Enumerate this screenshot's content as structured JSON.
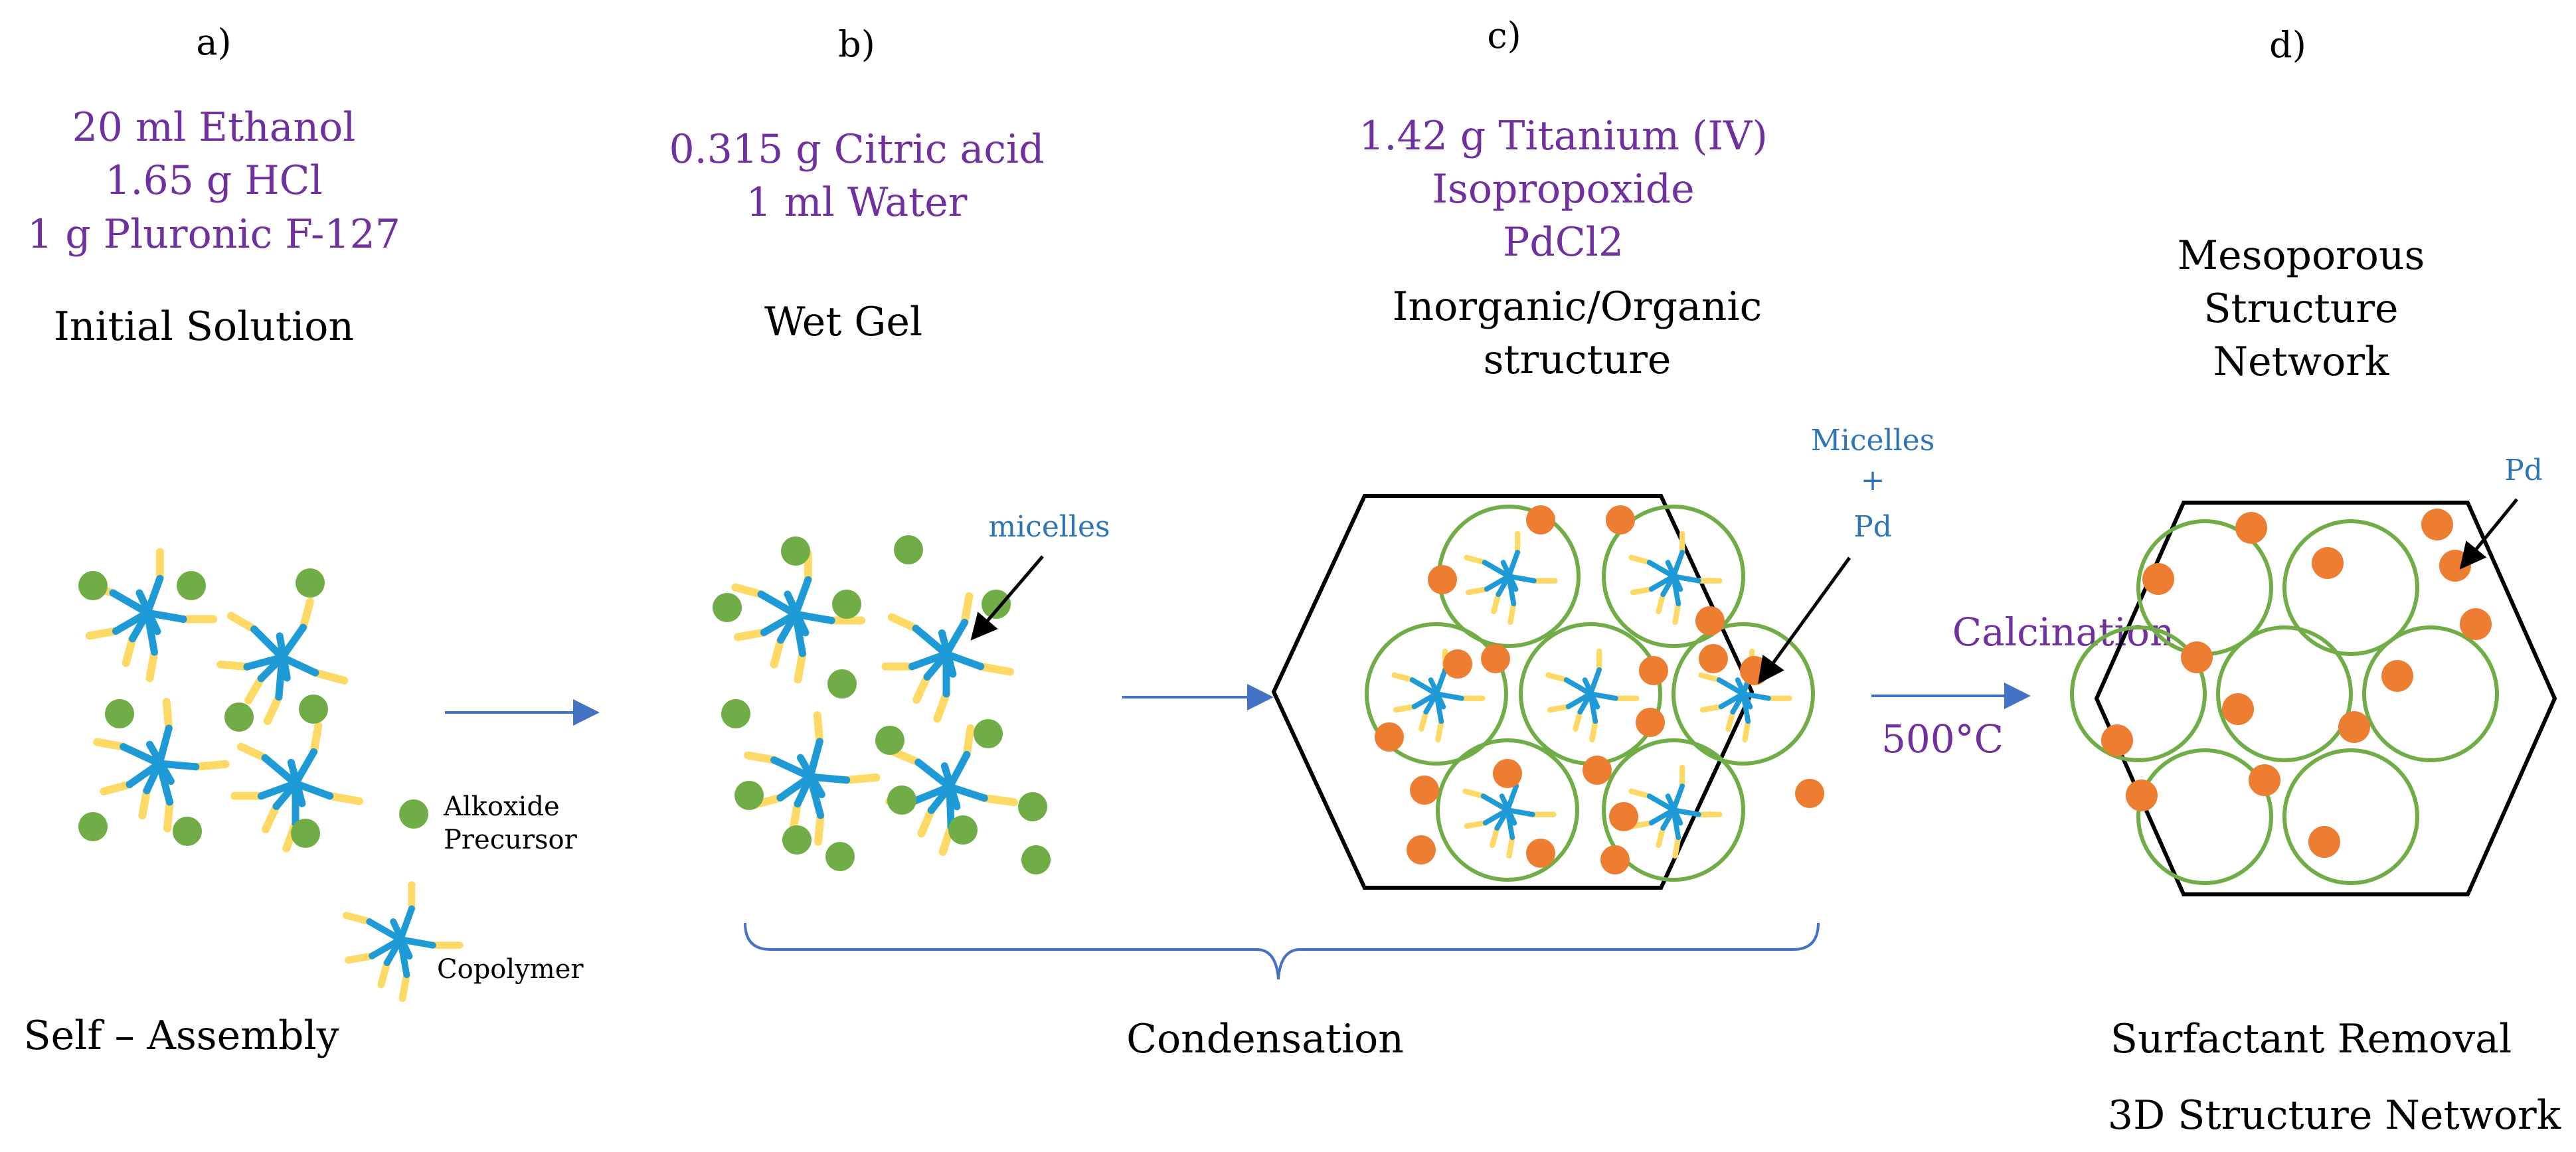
{
  "colors": {
    "green": "#70ad47",
    "cyan": "#1e9bd7",
    "yellow": "#ffd966",
    "orange": "#ed7d31",
    "purple": "#7030a0",
    "blue_label": "#2e75b6",
    "arrow_blue": "#4472c4",
    "black": "#000000"
  },
  "steps": {
    "a": {
      "letter": "a)",
      "reagents": [
        "20 ml Ethanol",
        "1.65 g HCl",
        "1 g Pluronic F-127"
      ],
      "stage": "Initial Solution"
    },
    "b": {
      "letter": "b)",
      "reagents": [
        "0.315 g Citric acid",
        "1 ml Water"
      ],
      "stage": "Wet Gel"
    },
    "c": {
      "letter": "c)",
      "reagents": [
        "1.42 g Titanium (IV)",
        "Isopropoxide",
        "PdCl2"
      ],
      "stage_lines": [
        "Inorganic/Organic",
        "structure"
      ]
    },
    "d": {
      "letter": "d)",
      "stage_lines": [
        "Mesoporous",
        "Structure",
        "Network"
      ]
    }
  },
  "legend": {
    "alkoxide": [
      "Alkoxide",
      "Precursor"
    ],
    "copolymer": "Copolymer"
  },
  "labels": {
    "micelles": "micelles",
    "micelles_pd": [
      "Micelles",
      "+",
      "Pd"
    ],
    "pd": "Pd",
    "calcination": "Calcination",
    "temperature": "500°C",
    "self_assembly": "Self – Assembly",
    "condensation": "Condensation",
    "surfactant_removal": "Surfactant Removal",
    "structure_3d": "3D Structure Network"
  },
  "icons": {
    "alkoxide_precursor": "green-dot",
    "copolymer": "star-copolymer",
    "pd_particle": "orange-dot",
    "micelle": "green-ring"
  }
}
